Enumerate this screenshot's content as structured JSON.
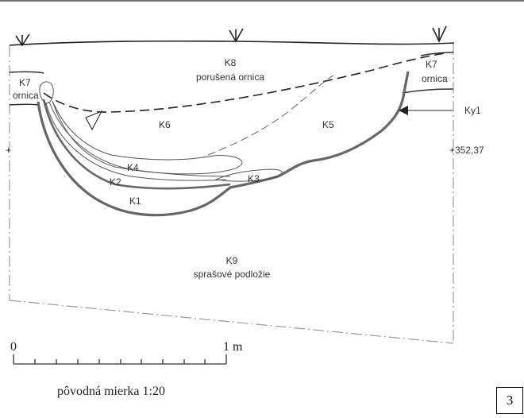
{
  "labels": {
    "k8": "K8",
    "k8_desc": "porušená ornica",
    "k7_left": "K7",
    "k7_left_desc": "ornica",
    "k7_right": "K7",
    "k7_right_desc": "ornica",
    "k6": "K6",
    "k5": "K5",
    "k4": "K4",
    "k3": "K3",
    "k2": "K2",
    "k1": "K1",
    "ky1": "Ky1",
    "k9": "K9",
    "k9_desc": "sprašové podložie",
    "elevation": "+352,37",
    "left_marker": "+"
  },
  "scale": {
    "start": "0",
    "end": "1 m",
    "caption": "pôvodná mierka 1:20"
  },
  "figure_number": "3"
}
